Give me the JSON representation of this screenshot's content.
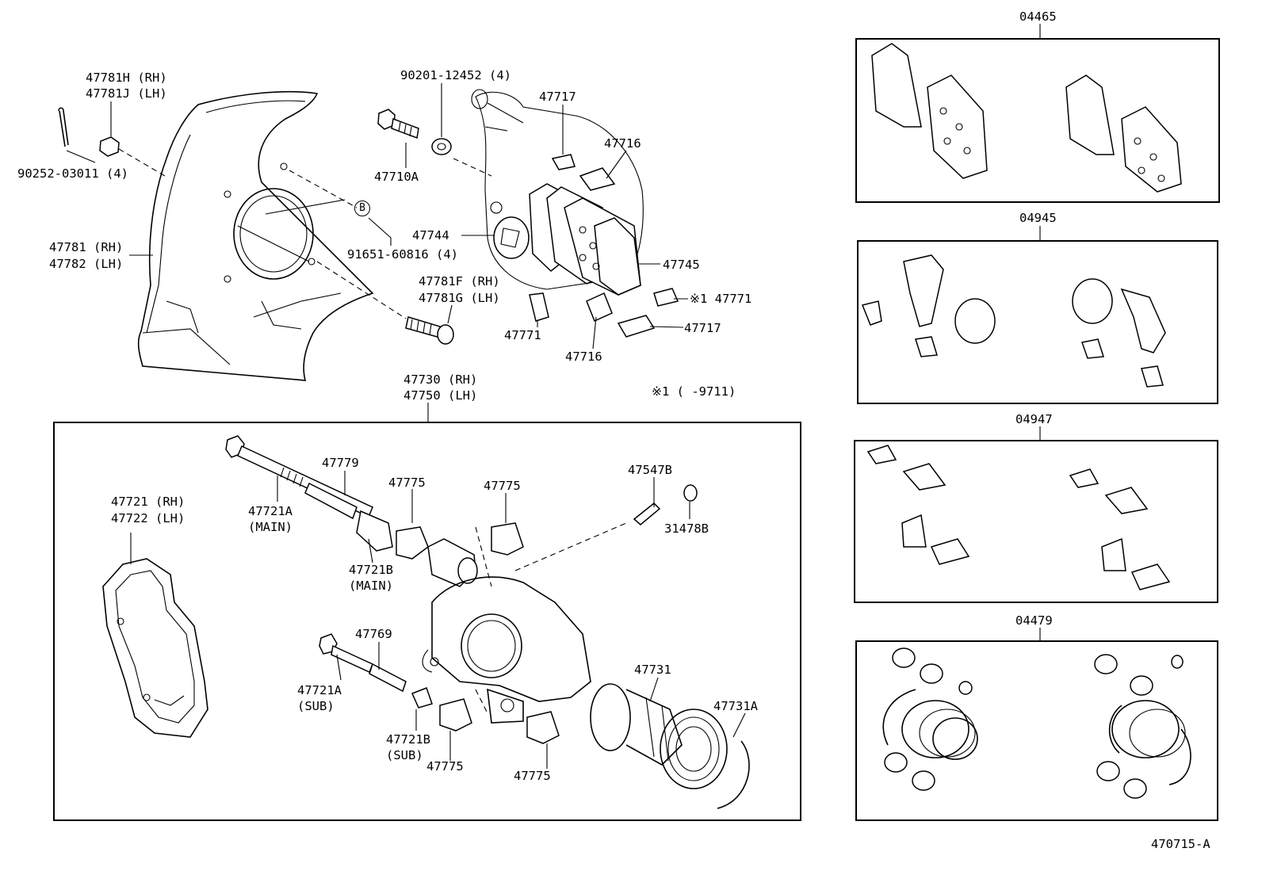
{
  "diagram": {
    "part_labels": {
      "p47781H": "47781H (RH)",
      "p47781J": "47781J (LH)",
      "p90252": "90252-03011 (4)",
      "p47781": "47781 (RH)",
      "p47782": "47782 (LH)",
      "p90201": "90201-12452 (4)",
      "p47710A": "47710A",
      "p91651": "91651-60816 (4)",
      "ref_b": "B",
      "p47717_top": "47717",
      "p47716_top": "47716",
      "p47744": "47744",
      "p47745": "47745",
      "p47781F": "47781F (RH)",
      "p47781G": "47781G (LH)",
      "p47771_left": "47771",
      "p47771_right": "※1 47771",
      "p47717_bottom": "47717",
      "p47716_bottom": "47716",
      "p47730": "47730 (RH)",
      "p47750": "47750 (LH)",
      "note1": "※1 (      -9711)",
      "p47721": "47721 (RH)",
      "p47722": "47722 (LH)",
      "p47779": "47779",
      "p47721A_main": "47721A",
      "main_a": "(MAIN)",
      "p47775_a": "47775",
      "p47775_b": "47775",
      "p47547B": "47547B",
      "p31478B": "31478B",
      "p47721B_main": "47721B",
      "main_b": "(MAIN)",
      "p47769": "47769",
      "p47721A_sub": "47721A",
      "sub_a": "(SUB)",
      "p47721B_sub": "47721B",
      "sub_b": "(SUB)",
      "p47775_c": "47775",
      "p47775_d": "47775",
      "p47731": "47731",
      "p47731A": "47731A"
    },
    "kits": [
      {
        "label": "04465"
      },
      {
        "label": "04945"
      },
      {
        "label": "04947"
      },
      {
        "label": "04479"
      }
    ],
    "figure_id": "470715-A"
  }
}
